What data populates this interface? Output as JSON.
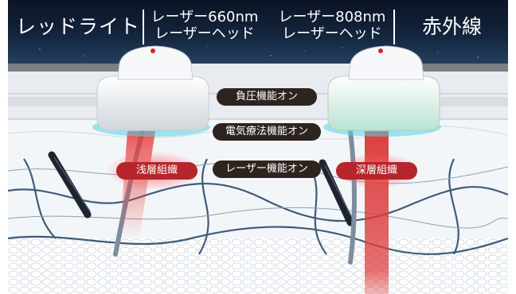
{
  "header": {
    "red_light": "レッドライト",
    "laser_660_line1": "レーザー660nm",
    "laser_660_line2": "レーザーヘッド",
    "laser_808_line1": "レーザー808nm",
    "laser_808_line2": "レーザーヘッド",
    "infrared": "赤外線"
  },
  "labels": {
    "negative_pressure": "負圧機能オン",
    "electrotherapy": "電気療法機能オン",
    "laser_function": "レーザー機能オン",
    "shallow_tissue": "浅層組織",
    "deep_tissue": "深層組織"
  },
  "colors": {
    "header_bg": "#13243d",
    "pill_dark": "#2e241f",
    "pill_red": "#b6252b",
    "beam_red": "#e83a3a",
    "contact_glow": "#4fd6e6",
    "skin": "#eef1f4",
    "vessel": "#3f5b7a"
  },
  "icons": [
    "laser-head-left-icon",
    "laser-head-right-icon",
    "muscle-fiber-icon",
    "blood-vessel-icon"
  ]
}
